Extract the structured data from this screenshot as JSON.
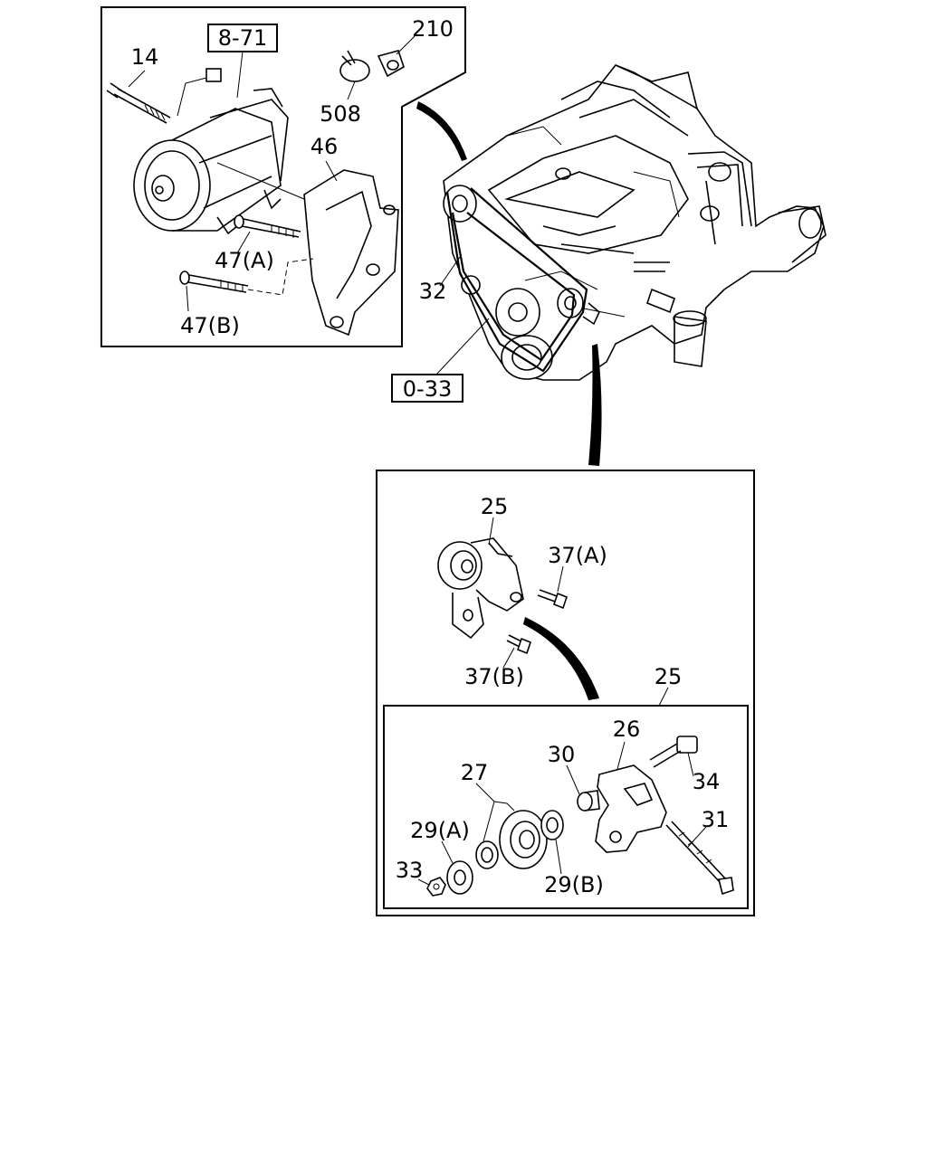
{
  "callouts": {
    "c14": "14",
    "c210": "210",
    "c508": "508",
    "c46": "46",
    "c47a": "47(A)",
    "c47b": "47(B)",
    "c32": "32",
    "c25_top": "25",
    "c37a": "37(A)",
    "c37b": "37(B)",
    "c25_sub": "25",
    "c26": "26",
    "c27": "27",
    "c30": "30",
    "c34": "34",
    "c31": "31",
    "c29a": "29(A)",
    "c29b": "29(B)",
    "c33": "33"
  },
  "references": {
    "ref_8_71": "8-71",
    "ref_0_33": "0-33"
  }
}
